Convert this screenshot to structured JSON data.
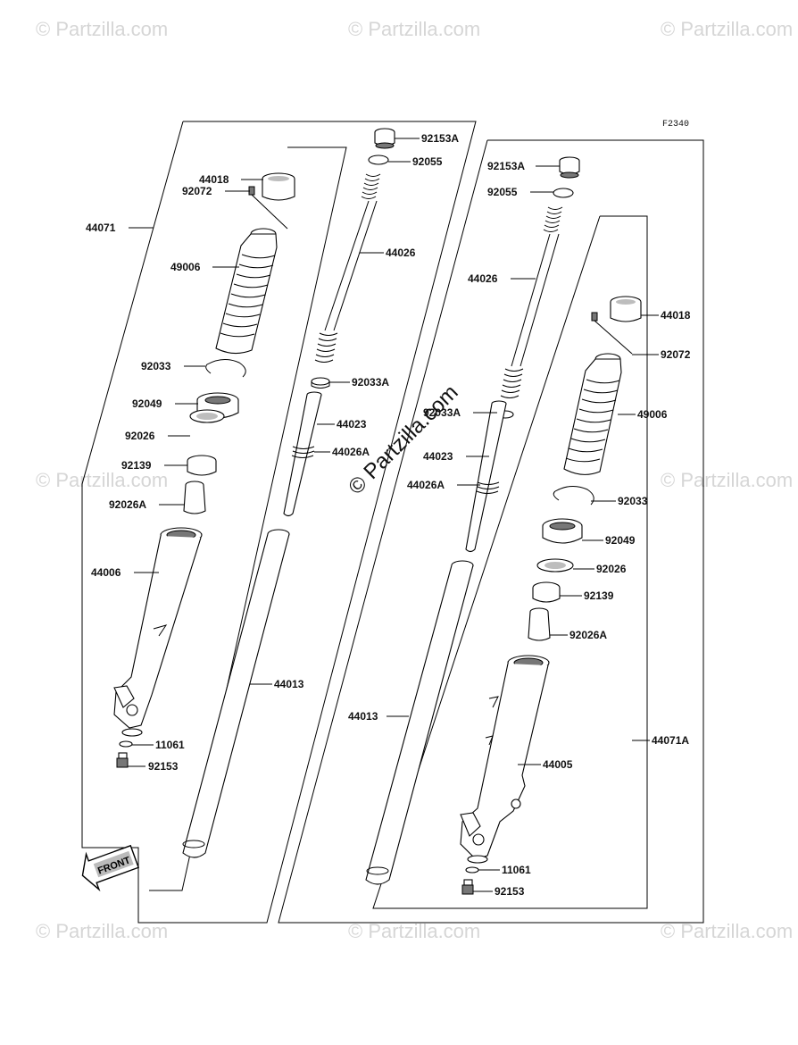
{
  "diagram": {
    "figure_code": "F2340",
    "front_label": "FRONT",
    "watermark": "© Partzilla.com",
    "center_watermark": "© Partzilla.com",
    "labels": {
      "l_44071": "44071",
      "l_44018": "44018",
      "l_92072": "92072",
      "l_49006": "49006",
      "l_92033": "92033",
      "l_92049": "92049",
      "l_92026": "92026",
      "l_92139": "92139",
      "l_92026A": "92026A",
      "l_44006": "44006",
      "l_11061": "11061",
      "l_92153": "92153",
      "l_92153A": "92153A",
      "l_92055": "92055",
      "l_44026": "44026",
      "l_92033A": "92033A",
      "l_44023": "44023",
      "l_44026A": "44026A",
      "l_44013": "44013",
      "r_92153A": "92153A",
      "r_92055": "92055",
      "r_44026": "44026",
      "r_44018": "44018",
      "r_92072": "92072",
      "r_92033A": "92033A",
      "r_44023": "44023",
      "r_49006": "49006",
      "r_44026A": "44026A",
      "r_92033": "92033",
      "r_92049": "92049",
      "r_92026": "92026",
      "r_92139": "92139",
      "r_92026A": "92026A",
      "r_44013": "44013",
      "r_44071A": "44071A",
      "r_44005": "44005",
      "r_11061": "11061",
      "r_92153": "92153"
    }
  }
}
